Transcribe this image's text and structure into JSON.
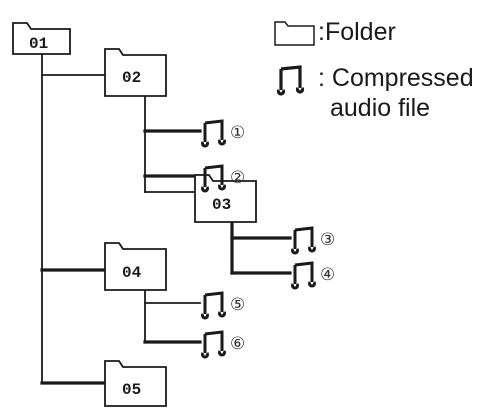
{
  "folders": [
    {
      "id": "f01",
      "label": "01"
    },
    {
      "id": "f02",
      "label": "02"
    },
    {
      "id": "f03",
      "label": "03"
    },
    {
      "id": "f04",
      "label": "04"
    },
    {
      "id": "f05",
      "label": "05"
    }
  ],
  "files": [
    {
      "id": "a1",
      "num": "①"
    },
    {
      "id": "a2",
      "num": "②"
    },
    {
      "id": "a3",
      "num": "③"
    },
    {
      "id": "a4",
      "num": "④"
    },
    {
      "id": "a5",
      "num": "⑤"
    },
    {
      "id": "a6",
      "num": "⑥"
    }
  ],
  "legend": {
    "folder_label": ":Folder",
    "audio_label_line1": ": Compressed",
    "audio_label_line2": "audio file"
  },
  "icons": {
    "folder": "folder-icon",
    "audio": "music-note-icon"
  },
  "colors": {
    "line": "#1a1a1a",
    "folder_fill": "#ffffff",
    "folder_stroke": "#1a1a1a"
  }
}
